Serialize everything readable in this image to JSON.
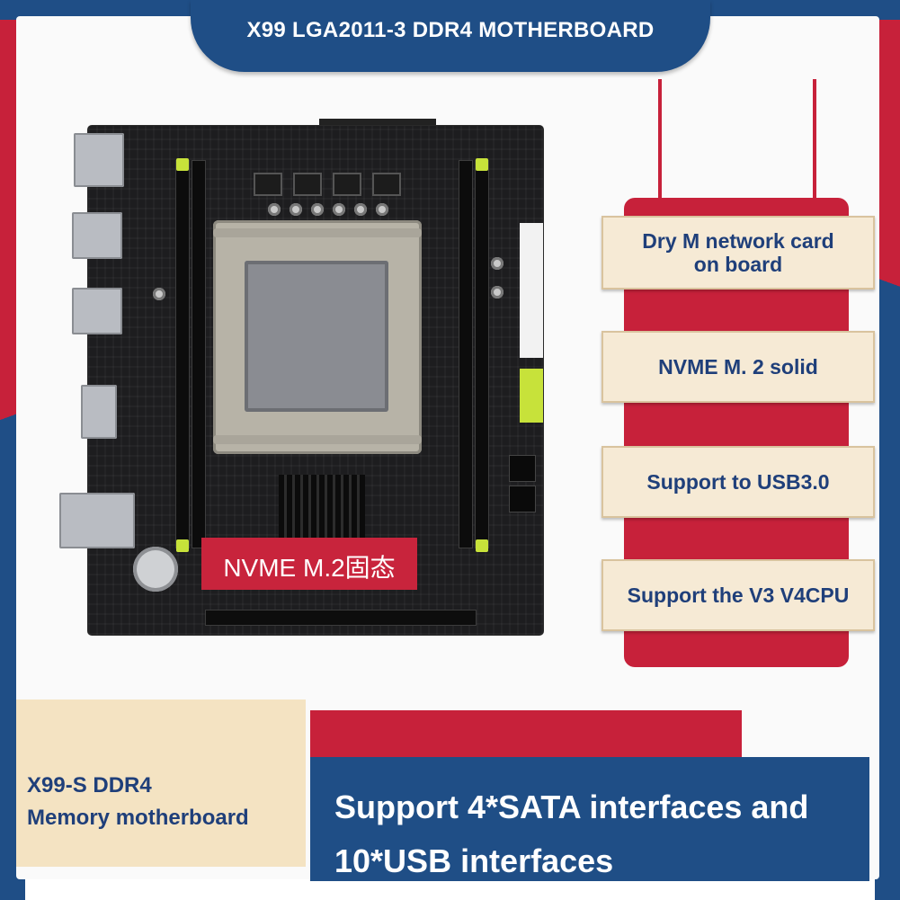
{
  "header": {
    "title": "X99 LGA2011-3 DDR4  MOTHERBOARD"
  },
  "board": {
    "nvme_label": "NVME  M.2固态"
  },
  "features": [
    {
      "lines": [
        "Dry M network card",
        "on board"
      ]
    },
    {
      "lines": [
        "NVME  M. 2 solid"
      ]
    },
    {
      "lines": [
        "Support to USB3.0"
      ]
    },
    {
      "lines": [
        "Support the V3 V4CPU"
      ]
    }
  ],
  "bottom": {
    "model_line1": "X99-S DDR4",
    "model_line2": "Memory motherboard",
    "support_line1": "Support 4*SATA interfaces and",
    "support_line2": "10*USB interfaces"
  },
  "colors": {
    "brand_blue": "#1f4e86",
    "accent_red": "#c7213a",
    "cream": "#f6ead5",
    "text_blue": "#1f3f7a"
  }
}
